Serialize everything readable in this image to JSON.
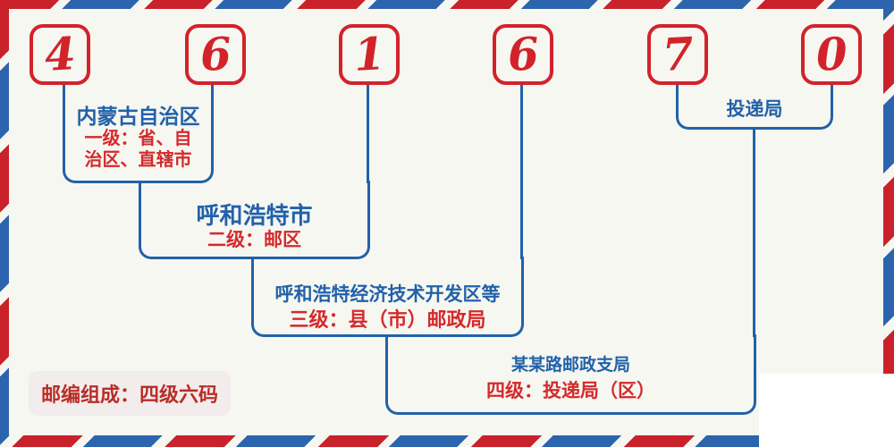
{
  "diagram": {
    "postal_code_digits": [
      "4",
      "6",
      "1",
      "6",
      "7",
      "0"
    ],
    "levels": {
      "level1": {
        "place": "内蒙古自治区",
        "desc_line1": "一级：省、自",
        "desc_line2": "治区、直辖市"
      },
      "level2": {
        "place": "呼和浩特市",
        "desc": "二级：邮区"
      },
      "level3": {
        "place": "呼和浩特经济技术开发区等",
        "desc": "三级：县（市）邮政局"
      },
      "level4": {
        "place": "某某路邮政支局",
        "desc": "四级：投递局（区）"
      },
      "delivery": {
        "label": "投递局"
      }
    },
    "badge": {
      "text": "邮编组成：四级六码"
    },
    "colors": {
      "digit_red": "#d2232b",
      "line_blue": "#2261a9",
      "desc_red": "#d42a2c",
      "stripe_red": "#c9222a",
      "stripe_blue": "#2c64ae",
      "background": "#f6f7f1",
      "badge_bg": "#f3ecec",
      "badge_text_red": "#b92d28",
      "corner_patch_white": "#ffffff"
    }
  }
}
